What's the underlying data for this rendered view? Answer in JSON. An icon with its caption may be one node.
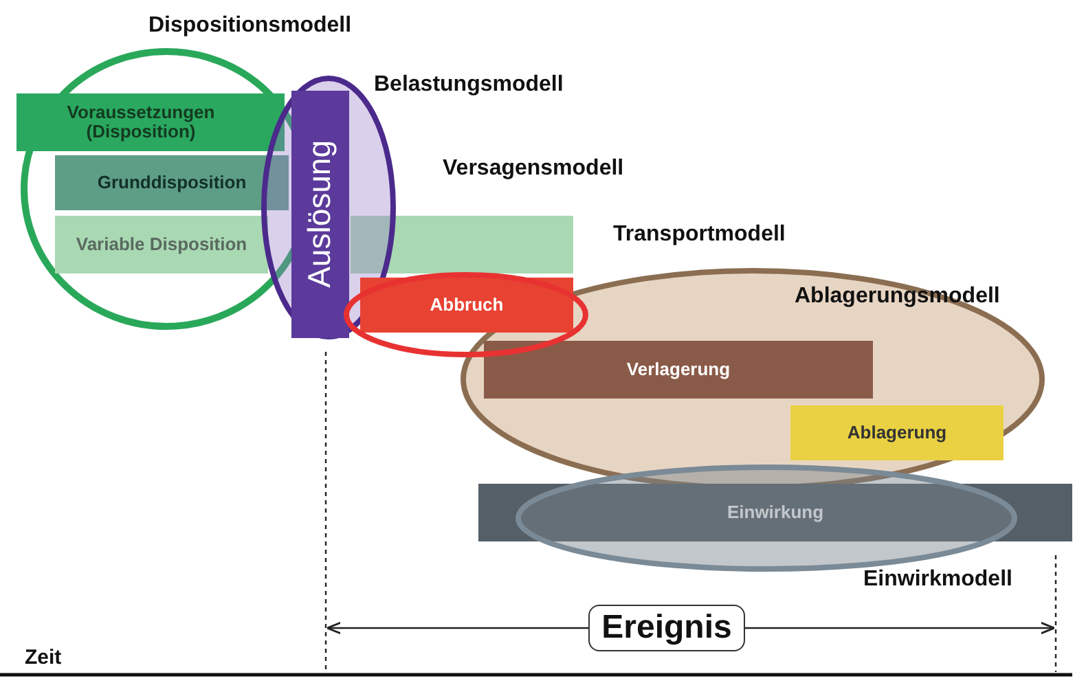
{
  "diagram": {
    "nodes": [
      {
        "text": [
          "Dispositionsmodell"
        ]
      },
      {
        "text": [
          "Voraussetzungen (Disposition)"
        ],
        "in": 0
      },
      {
        "text": [
          "Grunddisposition"
        ],
        "in": 0
      },
      {
        "text": [
          "Variable Disposition"
        ],
        "in": 0
      },
      {
        "text": [
          "Belastungsmodell"
        ]
      },
      {
        "text": [
          "Auslösung"
        ],
        "in": 4
      },
      {
        "text": [
          "Versagensmodell"
        ]
      },
      {
        "text": [
          "Transportmodell"
        ]
      },
      {
        "text": [
          "Abbruch"
        ],
        "in": 7
      },
      {
        "text": [
          "Ablagerungsmodell"
        ]
      },
      {
        "text": [
          "Verlagerung"
        ],
        "in": 9
      },
      {
        "text": [
          "Ablagerung"
        ],
        "in": 9
      },
      {
        "text": [
          "Einwirkmodell"
        ]
      },
      {
        "text": [
          "Einwirkung"
        ]
      },
      {
        "text": [
          "Ereignis"
        ]
      }
    ],
    "edges": [],
    "labels": [
      "Zeit"
    ]
  }
}
